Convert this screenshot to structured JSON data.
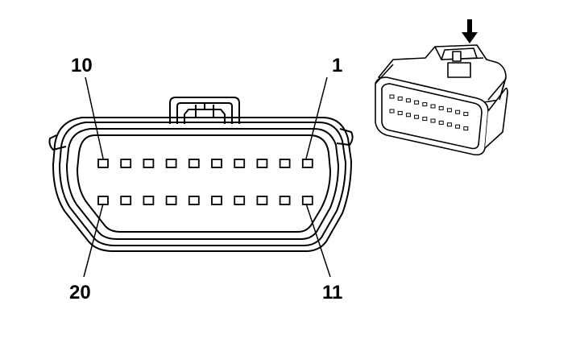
{
  "pin_labels": {
    "top_left": "10",
    "top_right": "1",
    "bottom_left": "20",
    "bottom_right": "11"
  },
  "connector": {
    "pins_per_row": 10,
    "rows": 2,
    "outline_color": "#000000",
    "fill_color": "#ffffff",
    "pin_color": "#000000"
  },
  "inset_view": {
    "indicator": "down-arrow-icon"
  }
}
